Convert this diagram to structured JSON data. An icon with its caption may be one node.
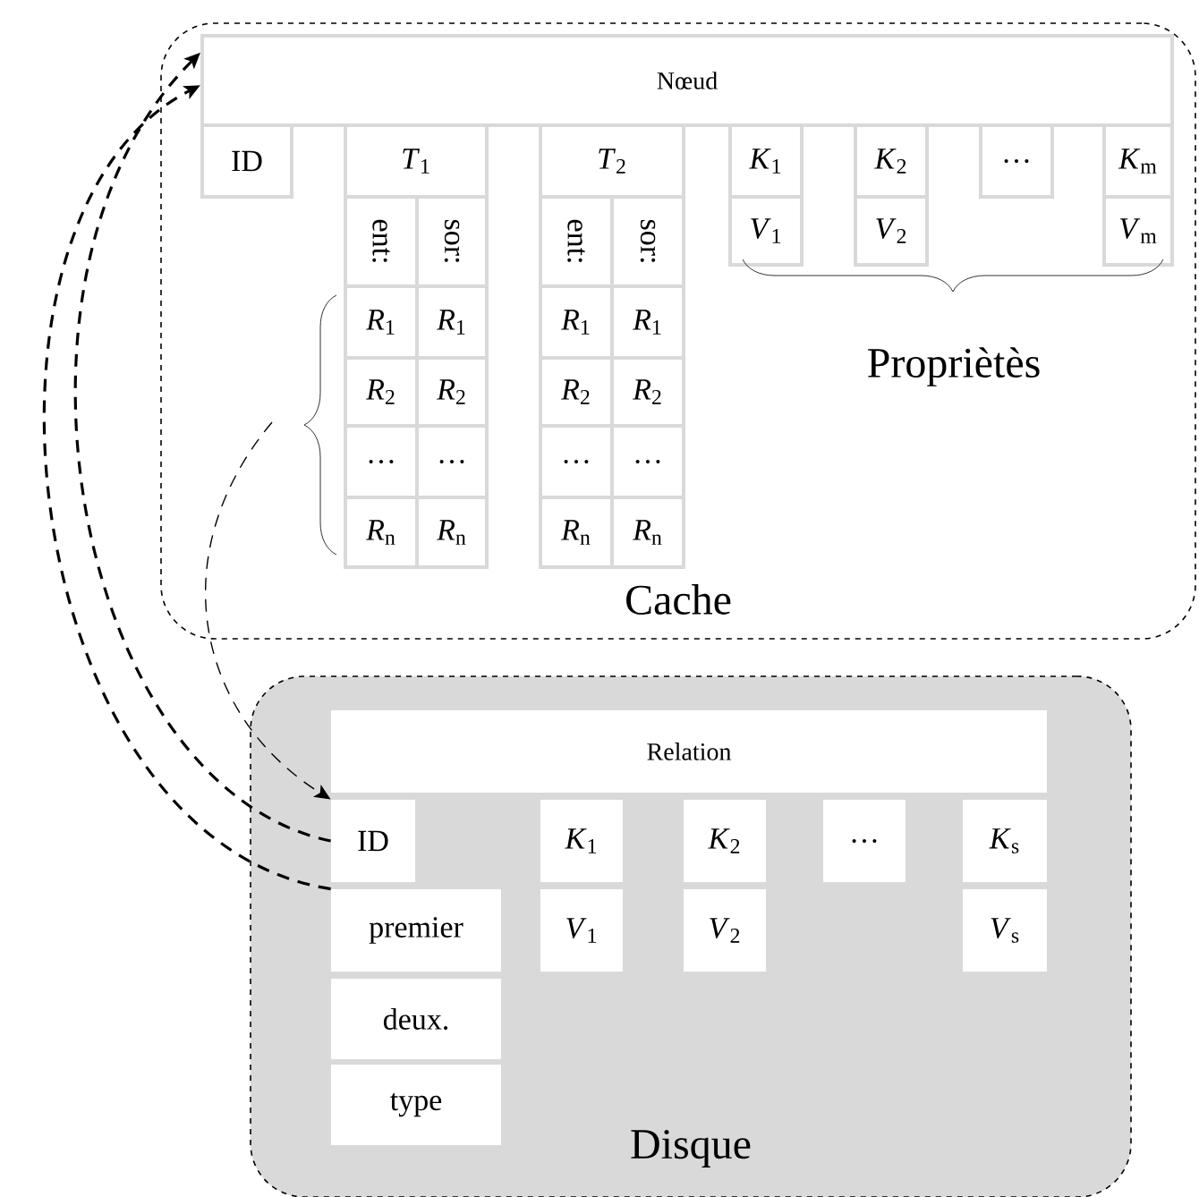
{
  "diagram": {
    "nodes": [
      {
        "text": [
          "Cache"
        ]
      },
      {
        "text": [
          "Nœud"
        ],
        "in": 0
      },
      {
        "text": [
          "ID"
        ],
        "in": 0
      },
      {
        "text": [
          "*T*$_{1}$"
        ],
        "in": 0
      },
      {
        "text": [
          "ent:"
        ],
        "in": 0
      },
      {
        "text": [
          "sor:"
        ],
        "in": 0
      },
      {
        "text": [
          "*R*$_{1}$"
        ],
        "in": 0
      },
      {
        "text": [
          "*R*$_{1}$"
        ],
        "in": 0
      },
      {
        "text": [
          "*R*$_{2}$"
        ],
        "in": 0
      },
      {
        "text": [
          "*R*$_{2}$"
        ],
        "in": 0
      },
      {
        "text": [
          "…"
        ],
        "in": 0
      },
      {
        "text": [
          "…"
        ],
        "in": 0
      },
      {
        "text": [
          "*R*$_{n}$"
        ],
        "in": 0
      },
      {
        "text": [
          "*R*$_{n}$"
        ],
        "in": 0
      },
      {
        "text": [
          "*T*$_{2}$"
        ],
        "in": 0
      },
      {
        "text": [
          "ent:"
        ],
        "in": 0
      },
      {
        "text": [
          "sor:"
        ],
        "in": 0
      },
      {
        "text": [
          "*R*$_{1}$"
        ],
        "in": 0
      },
      {
        "text": [
          "*R*$_{1}$"
        ],
        "in": 0
      },
      {
        "text": [
          "*R*$_{2}$"
        ],
        "in": 0
      },
      {
        "text": [
          "*R*$_{2}$"
        ],
        "in": 0
      },
      {
        "text": [
          "…"
        ],
        "in": 0
      },
      {
        "text": [
          "…"
        ],
        "in": 0
      },
      {
        "text": [
          "*R*$_{n}$"
        ],
        "in": 0
      },
      {
        "text": [
          "*R*$_{n}$"
        ],
        "in": 0
      },
      {
        "text": [
          "*K*$_{1}$"
        ],
        "in": 0
      },
      {
        "text": [
          "*K*$_{2}$"
        ],
        "in": 0
      },
      {
        "text": [
          "…"
        ],
        "in": 0
      },
      {
        "text": [
          "*K*$_{m}$"
        ],
        "in": 0
      },
      {
        "text": [
          "*V*$_{1}$"
        ],
        "in": 0
      },
      {
        "text": [
          "*V*$_{2}$"
        ],
        "in": 0
      },
      {
        "text": [
          "*V*$_{m}$"
        ],
        "in": 0
      },
      {
        "text": [
          "Disque"
        ]
      },
      {
        "text": [
          "Relation"
        ],
        "in": 32
      },
      {
        "text": [
          "ID"
        ],
        "in": 32
      },
      {
        "text": [
          "*K*$_{1}$"
        ],
        "in": 32
      },
      {
        "text": [
          "*K*$_{2}$"
        ],
        "in": 32
      },
      {
        "text": [
          "…"
        ],
        "in": 32
      },
      {
        "text": [
          "*K*$_{s}$"
        ],
        "in": 32
      },
      {
        "text": [
          "premier"
        ],
        "in": 32
      },
      {
        "text": [
          "*V*$_{1}$"
        ],
        "in": 32
      },
      {
        "text": [
          "*V*$_{2}$"
        ],
        "in": 32
      },
      {
        "text": [
          "*V*$_{s}$"
        ],
        "in": 32
      },
      {
        "text": [
          "deux."
        ],
        "in": 32
      },
      {
        "text": [
          "type"
        ],
        "in": 32
      }
    ],
    "edges": [
      {
        "from": 34,
        "to": 1,
        "arrow": "to",
        "style": "dashed"
      },
      {
        "from": 39,
        "to": 1,
        "arrow": "to",
        "style": "dashed"
      },
      {
        "from": null,
        "to": 34,
        "arrow": "to",
        "style": "dashed"
      }
    ],
    "labels": [
      "Propriètès"
    ]
  }
}
